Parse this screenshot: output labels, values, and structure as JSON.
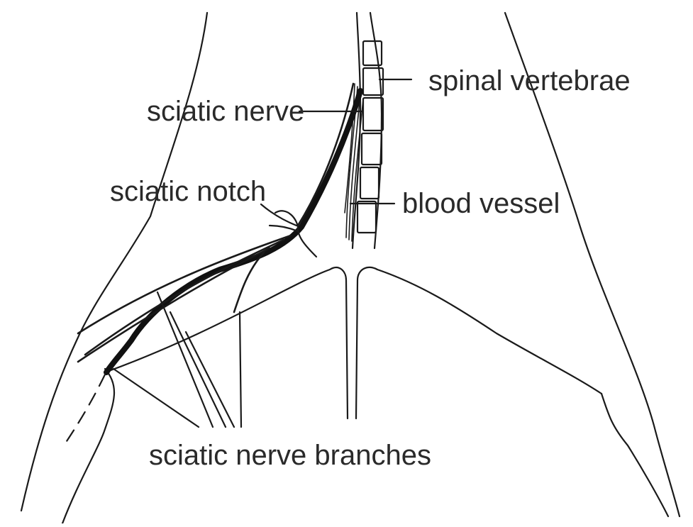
{
  "labels": {
    "spinal_vertebrae": "spinal vertebrae",
    "sciatic_nerve": "sciatic nerve",
    "sciatic_notch": "sciatic notch",
    "blood_vessel": "blood vessel",
    "sciatic_nerve_branches": "sciatic nerve branches"
  }
}
